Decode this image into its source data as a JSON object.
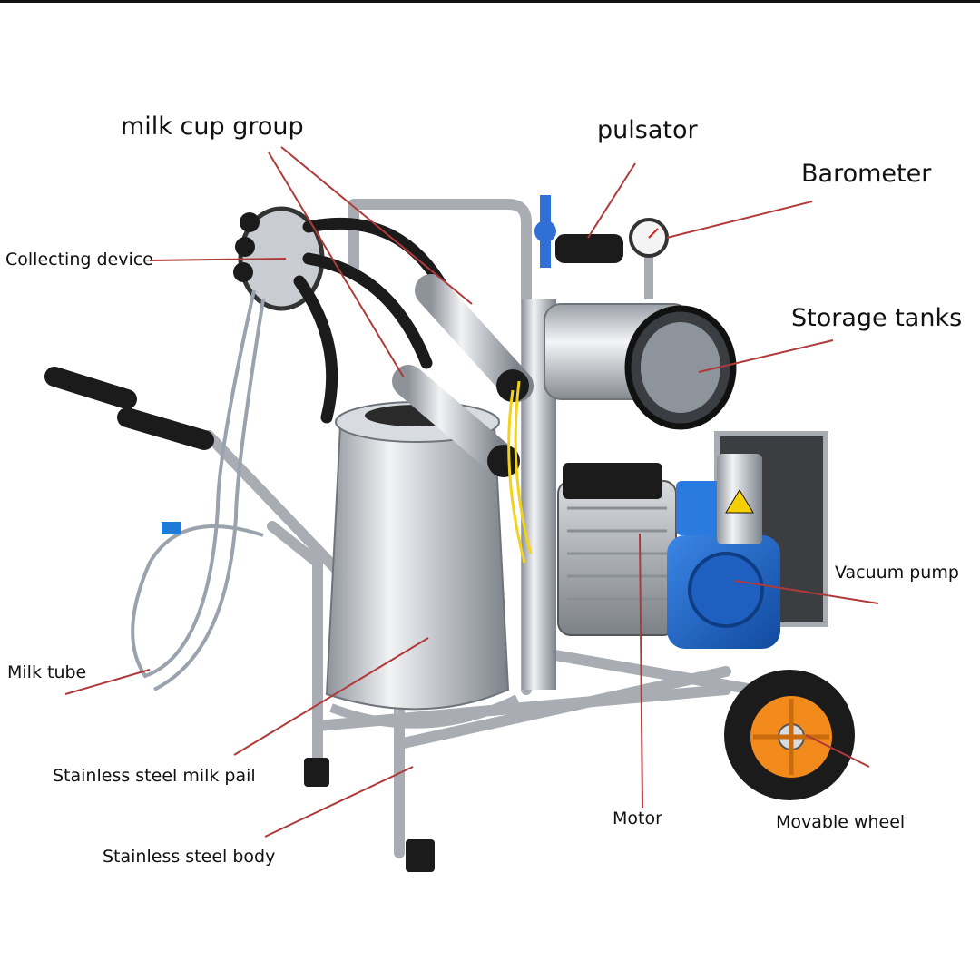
{
  "labels": {
    "milk_cup_group": "milk cup group",
    "pulsator": "pulsator",
    "barometer": "Barometer",
    "collecting_device": "Collecting device",
    "storage_tanks": "Storage tanks",
    "vacuum_pump": "Vacuum pump",
    "milk_tube": "Milk tube",
    "milk_pail": "Stainless steel milk pail",
    "motor": "Motor",
    "movable_wheel": "Movable wheel",
    "steel_body": "Stainless steel body"
  },
  "colors": {
    "leader_line": "#b03a3a",
    "steel": "#c9ccd1",
    "pump_blue": "#1f64c8",
    "wheel_orange": "#f28a1c",
    "rubber": "#1b1b1b"
  }
}
